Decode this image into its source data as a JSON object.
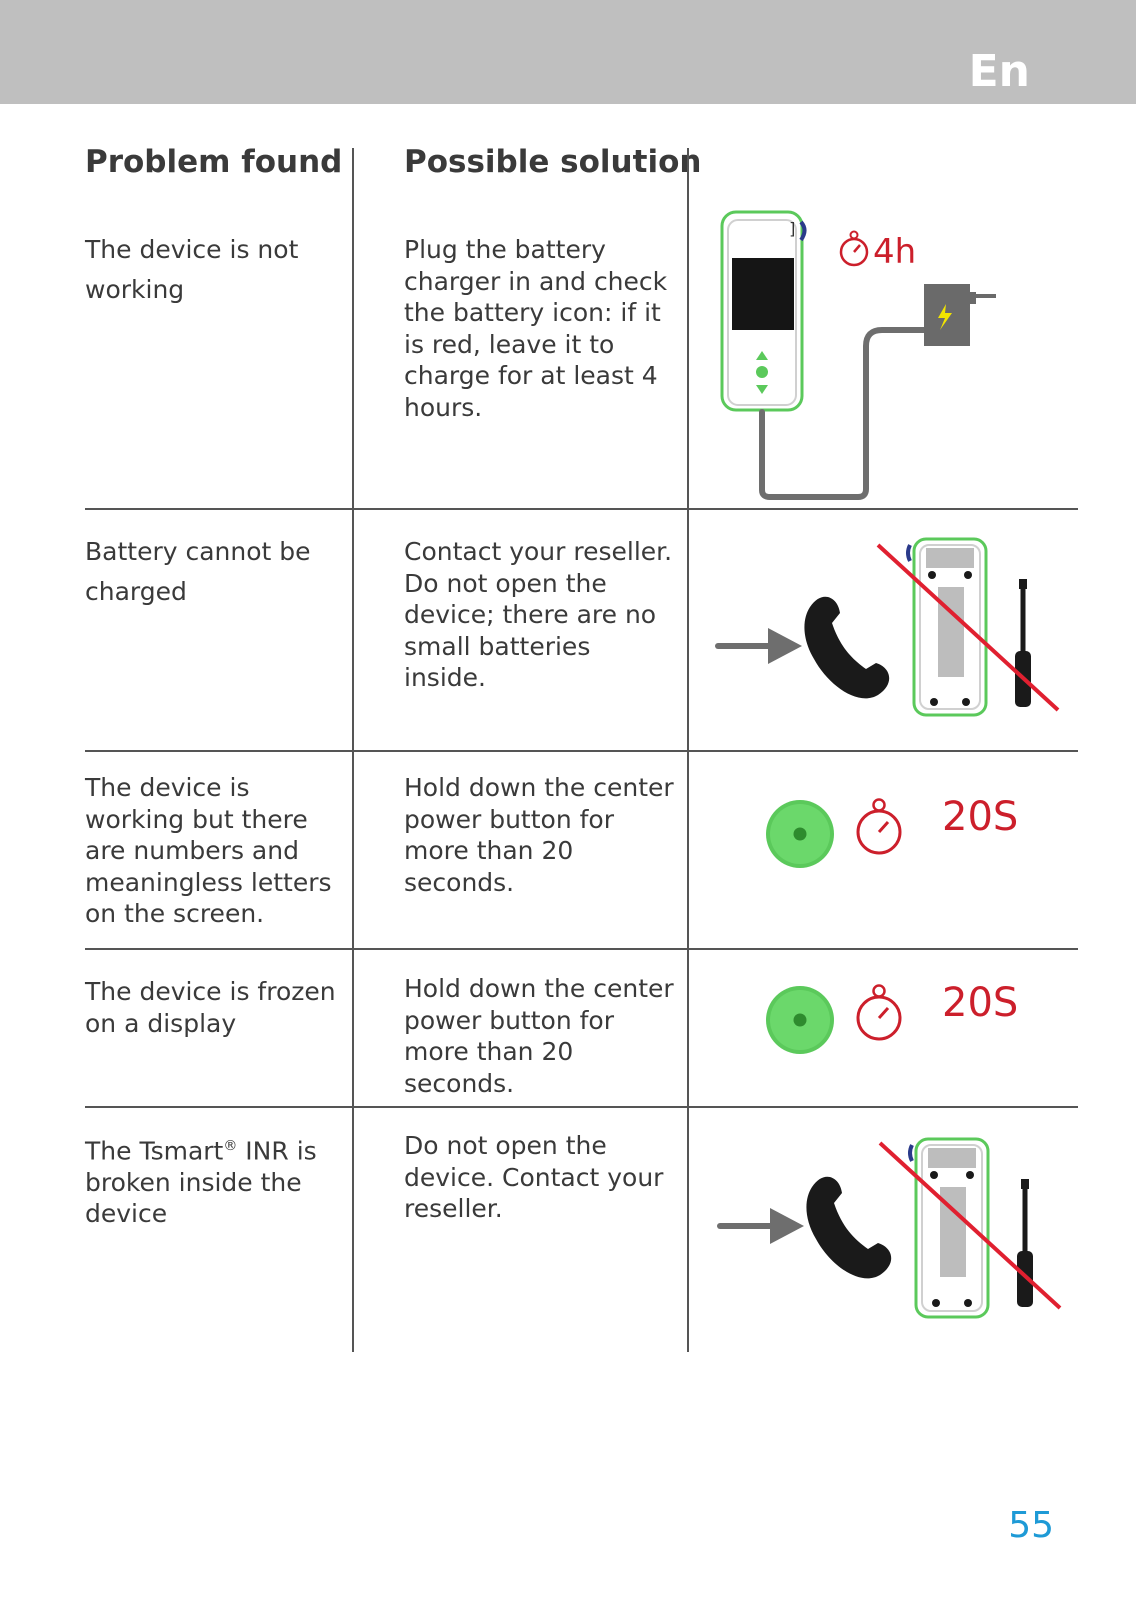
{
  "header": {
    "language": "En"
  },
  "table": {
    "columns": [
      "Problem found",
      "Possible solution"
    ],
    "rows": [
      {
        "problem": "The device is not working",
        "solution": "Plug the battery charger in and check the battery icon: if it is red, leave it to charge for at least 4 hours.",
        "illustration": {
          "type": "charger",
          "timer_label": "4h",
          "icons": [
            "handheld-device-icon",
            "battery-charger-icon",
            "stopwatch-icon"
          ]
        }
      },
      {
        "problem": "Battery cannot be charged",
        "solution": "Contact your reseller. Do not open the device; there are no small batteries inside.",
        "illustration": {
          "type": "no-open",
          "icons": [
            "arrow-icon",
            "phone-icon",
            "device-back-icon",
            "screwdriver-icon"
          ]
        }
      },
      {
        "problem": "The device is working but there are numbers and meaningless letters on the screen.",
        "solution": "Hold down the center power button for more than 20 seconds.",
        "illustration": {
          "type": "hold-button",
          "timer_label": "20S",
          "icons": [
            "power-button-icon",
            "stopwatch-icon"
          ]
        }
      },
      {
        "problem": "The device is frozen on a display",
        "solution": "Hold down the center power button for more than 20 seconds.",
        "illustration": {
          "type": "hold-button",
          "timer_label": "20S",
          "icons": [
            "power-button-icon",
            "stopwatch-icon"
          ]
        }
      },
      {
        "problem_parts": [
          "The Tsmart",
          "®",
          " INR is broken inside the device"
        ],
        "solution": "Do not open the device. Contact your reseller.",
        "illustration": {
          "type": "no-open",
          "icons": [
            "arrow-icon",
            "phone-icon",
            "device-back-icon",
            "screwdriver-icon"
          ]
        }
      }
    ]
  },
  "footer": {
    "page_number": "55"
  },
  "colors": {
    "accent_green": "#5bc95b",
    "warning_red": "#cc1f2b",
    "page_number_blue": "#1e9ad6",
    "header_gray": "#bfbfbf"
  }
}
